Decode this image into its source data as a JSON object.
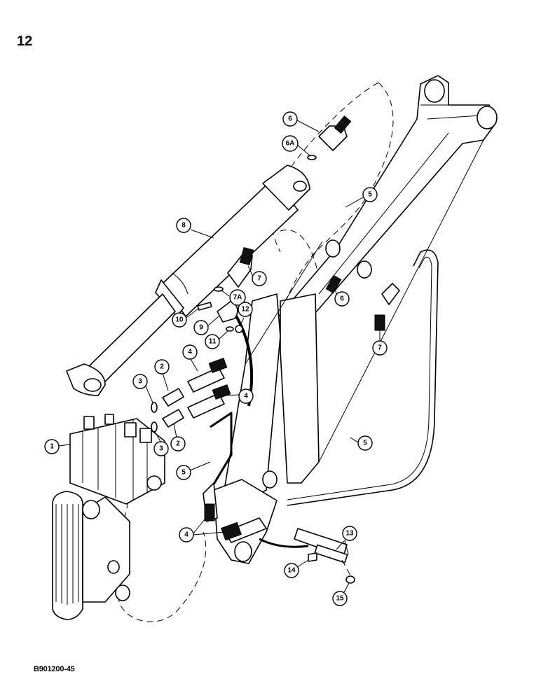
{
  "page_number": "12",
  "drawing_code": "B901200-45",
  "callouts": [
    "1",
    "2",
    "2",
    "3",
    "3",
    "4",
    "4",
    "4",
    "5",
    "5",
    "5",
    "6",
    "6",
    "6A",
    "7",
    "7",
    "7A",
    "8",
    "9",
    "10",
    "11",
    "12",
    "13",
    "14",
    "15"
  ]
}
